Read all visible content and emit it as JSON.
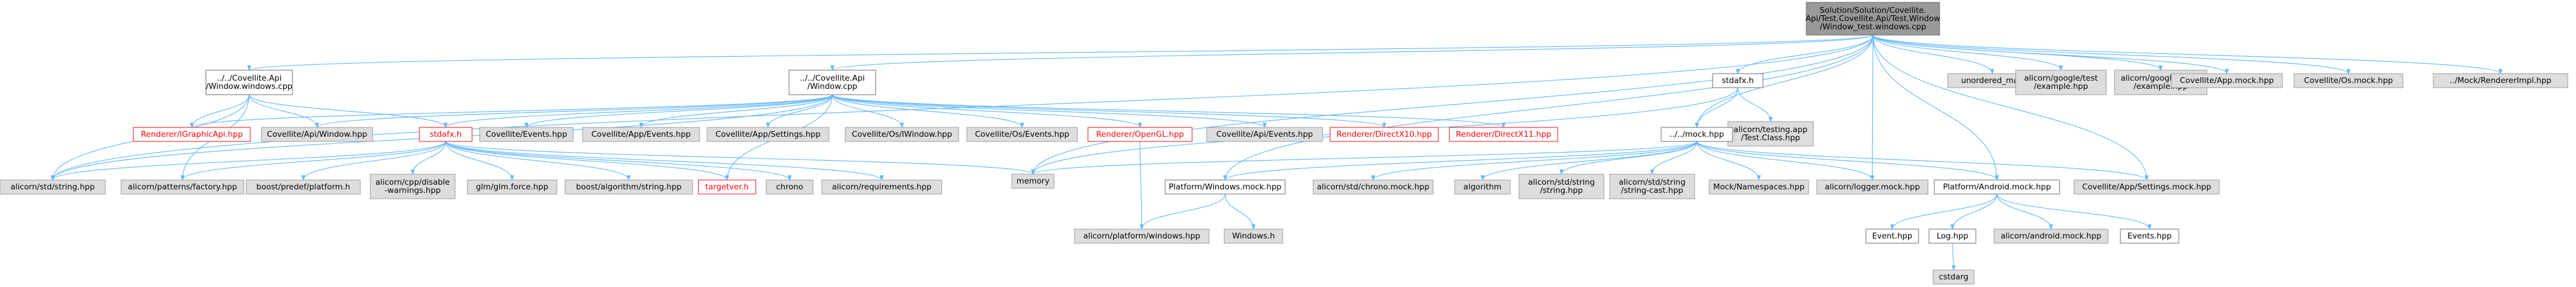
{
  "colors": {
    "edge": "#63b8ff",
    "node_gray_fill": "#dddddd",
    "node_gray_stroke": "#999999",
    "node_white_fill": "#ffffff",
    "node_white_stroke": "#666666",
    "node_root_fill": "#999999",
    "node_root_stroke": "#666666",
    "node_red_stroke": "#ff0000",
    "text": "#000000",
    "text_red": "#ff0000"
  },
  "nodes": [
    {
      "id": "root",
      "lines": [
        "Solution/Solution/Covellite.",
        "Api/Test.Covellite.Api/Test.Window",
        "/Window_test.windows.cpp"
      ],
      "style": "root"
    },
    {
      "id": "winwin_cpp",
      "lines": [
        "../../Covellite.Api",
        "/Window.windows.cpp"
      ],
      "style": "white"
    },
    {
      "id": "window_cpp",
      "lines": [
        "../../Covellite.Api",
        "/Window.cpp"
      ],
      "style": "white"
    },
    {
      "id": "stdafx_h_right",
      "lines": [
        "stdafx.h"
      ],
      "style": "white"
    },
    {
      "id": "unordered_map",
      "lines": [
        "unordered_map"
      ],
      "style": "gray"
    },
    {
      "id": "gtest_example",
      "lines": [
        "alicorn/google/test",
        "/example.hpp"
      ],
      "style": "gray"
    },
    {
      "id": "gmock_example",
      "lines": [
        "alicorn/google/mock",
        "/example.hpp"
      ],
      "style": "gray"
    },
    {
      "id": "app_mock",
      "lines": [
        "Covellite/App.mock.hpp"
      ],
      "style": "gray"
    },
    {
      "id": "os_mock",
      "lines": [
        "Covellite/Os.mock.hpp"
      ],
      "style": "gray"
    },
    {
      "id": "renderer_impl",
      "lines": [
        "../Mock/RendererImpl.hpp"
      ],
      "style": "gray"
    },
    {
      "id": "igraphicapi",
      "lines": [
        "Renderer/IGraphicApi.hpp"
      ],
      "style": "red"
    },
    {
      "id": "api_window",
      "lines": [
        "Covellite/Api/Window.hpp"
      ],
      "style": "gray"
    },
    {
      "id": "stdafx_h",
      "lines": [
        "stdafx.h"
      ],
      "style": "red"
    },
    {
      "id": "events_hpp",
      "lines": [
        "Covellite/Events.hpp"
      ],
      "style": "gray"
    },
    {
      "id": "app_events",
      "lines": [
        "Covellite/App/Events.hpp"
      ],
      "style": "gray"
    },
    {
      "id": "app_settings",
      "lines": [
        "Covellite/App/Settings.hpp"
      ],
      "style": "gray"
    },
    {
      "id": "os_iwindow",
      "lines": [
        "Covellite/Os/IWindow.hpp"
      ],
      "style": "gray"
    },
    {
      "id": "os_events",
      "lines": [
        "Covellite/Os/Events.hpp"
      ],
      "style": "gray"
    },
    {
      "id": "opengl",
      "lines": [
        "Renderer/OpenGL.hpp"
      ],
      "style": "red"
    },
    {
      "id": "api_events",
      "lines": [
        "Covellite/Api/Events.hpp"
      ],
      "style": "gray"
    },
    {
      "id": "directx10",
      "lines": [
        "Renderer/DirectX10.hpp"
      ],
      "style": "red"
    },
    {
      "id": "directx11",
      "lines": [
        "Renderer/DirectX11.hpp"
      ],
      "style": "red"
    },
    {
      "id": "testing_app",
      "lines": [
        "alicorn/testing.app",
        "/Test.Class.hpp"
      ],
      "style": "gray"
    },
    {
      "id": "mock_hpp",
      "lines": [
        "../../mock.hpp"
      ],
      "style": "white"
    },
    {
      "id": "std_string",
      "lines": [
        "alicorn/std/string.hpp"
      ],
      "style": "gray"
    },
    {
      "id": "patterns_factory",
      "lines": [
        "alicorn/patterns/factory.hpp"
      ],
      "style": "gray"
    },
    {
      "id": "boost_predef",
      "lines": [
        "boost/predef/platform.h"
      ],
      "style": "gray"
    },
    {
      "id": "cpp_disable",
      "lines": [
        "alicorn/cpp/disable",
        "-warnings.hpp"
      ],
      "style": "gray"
    },
    {
      "id": "glm_force",
      "lines": [
        "glm/glm.force.hpp"
      ],
      "style": "gray"
    },
    {
      "id": "boost_algorithm",
      "lines": [
        "boost/algorithm/string.hpp"
      ],
      "style": "gray"
    },
    {
      "id": "targetver",
      "lines": [
        "targetver.h"
      ],
      "style": "red"
    },
    {
      "id": "chrono",
      "lines": [
        "chrono"
      ],
      "style": "gray"
    },
    {
      "id": "requirements",
      "lines": [
        "alicorn/requirements.hpp"
      ],
      "style": "gray"
    },
    {
      "id": "memory",
      "lines": [
        "memory"
      ],
      "style": "gray"
    },
    {
      "id": "platform_win_mock",
      "lines": [
        "Platform/Windows.mock.hpp"
      ],
      "style": "white"
    },
    {
      "id": "std_chrono_mock",
      "lines": [
        "alicorn/std/chrono.mock.hpp"
      ],
      "style": "gray"
    },
    {
      "id": "algorithm",
      "lines": [
        "algorithm"
      ],
      "style": "gray"
    },
    {
      "id": "std_string_string",
      "lines": [
        "alicorn/std/string",
        "/string.hpp"
      ],
      "style": "gray"
    },
    {
      "id": "std_string_cast",
      "lines": [
        "alicorn/std/string",
        "/string-cast.hpp"
      ],
      "style": "gray"
    },
    {
      "id": "mock_namespaces",
      "lines": [
        "Mock/Namespaces.hpp"
      ],
      "style": "gray"
    },
    {
      "id": "logger_mock",
      "lines": [
        "alicorn/logger.mock.hpp"
      ],
      "style": "gray"
    },
    {
      "id": "platform_android_mock",
      "lines": [
        "Platform/Android.mock.hpp"
      ],
      "style": "white"
    },
    {
      "id": "app_settings_mock",
      "lines": [
        "Covellite/App/Settings.mock.hpp"
      ],
      "style": "gray"
    },
    {
      "id": "platform_windows",
      "lines": [
        "alicorn/platform/windows.hpp"
      ],
      "style": "gray"
    },
    {
      "id": "windows_h",
      "lines": [
        "Windows.h"
      ],
      "style": "gray"
    },
    {
      "id": "event_hpp",
      "lines": [
        "Event.hpp"
      ],
      "style": "white"
    },
    {
      "id": "log_hpp",
      "lines": [
        "Log.hpp"
      ],
      "style": "white"
    },
    {
      "id": "android_mock",
      "lines": [
        "alicorn/android.mock.hpp"
      ],
      "style": "gray"
    },
    {
      "id": "events_hpp2",
      "lines": [
        "Events.hpp"
      ],
      "style": "white"
    },
    {
      "id": "cstdarg",
      "lines": [
        "cstdarg"
      ],
      "style": "gray"
    }
  ],
  "edges": [
    [
      "root",
      "winwin_cpp"
    ],
    [
      "root",
      "window_cpp"
    ],
    [
      "root",
      "stdafx_h_right"
    ],
    [
      "root",
      "unordered_map"
    ],
    [
      "root",
      "gtest_example"
    ],
    [
      "root",
      "gmock_example"
    ],
    [
      "root",
      "app_mock"
    ],
    [
      "root",
      "os_mock"
    ],
    [
      "root",
      "renderer_impl"
    ],
    [
      "root",
      "std_string"
    ],
    [
      "root",
      "memory"
    ],
    [
      "root",
      "mock_hpp"
    ],
    [
      "root",
      "logger_mock"
    ],
    [
      "root",
      "platform_android_mock"
    ],
    [
      "root",
      "app_settings_mock"
    ],
    [
      "root",
      "platform_win_mock"
    ],
    [
      "winwin_cpp",
      "igraphicapi"
    ],
    [
      "winwin_cpp",
      "api_window"
    ],
    [
      "winwin_cpp",
      "stdafx_h"
    ],
    [
      "winwin_cpp",
      "std_string"
    ],
    [
      "winwin_cpp",
      "patterns_factory"
    ],
    [
      "window_cpp",
      "igraphicapi"
    ],
    [
      "window_cpp",
      "api_window"
    ],
    [
      "window_cpp",
      "stdafx_h"
    ],
    [
      "window_cpp",
      "events_hpp"
    ],
    [
      "window_cpp",
      "app_events"
    ],
    [
      "window_cpp",
      "app_settings"
    ],
    [
      "window_cpp",
      "os_iwindow"
    ],
    [
      "window_cpp",
      "os_events"
    ],
    [
      "window_cpp",
      "opengl"
    ],
    [
      "window_cpp",
      "api_events"
    ],
    [
      "window_cpp",
      "directx10"
    ],
    [
      "window_cpp",
      "directx11"
    ],
    [
      "window_cpp",
      "std_string"
    ],
    [
      "window_cpp",
      "targetver"
    ],
    [
      "stdafx_h",
      "std_string"
    ],
    [
      "stdafx_h",
      "patterns_factory"
    ],
    [
      "stdafx_h",
      "boost_predef"
    ],
    [
      "stdafx_h",
      "cpp_disable"
    ],
    [
      "stdafx_h",
      "glm_force"
    ],
    [
      "stdafx_h",
      "boost_algorithm"
    ],
    [
      "stdafx_h",
      "targetver"
    ],
    [
      "stdafx_h",
      "chrono"
    ],
    [
      "stdafx_h",
      "requirements"
    ],
    [
      "stdafx_h",
      "memory"
    ],
    [
      "opengl",
      "platform_windows"
    ],
    [
      "stdafx_h_right",
      "testing_app"
    ],
    [
      "stdafx_h_right",
      "mock_hpp"
    ],
    [
      "stdafx_h_right",
      "memory"
    ],
    [
      "mock_hpp",
      "platform_win_mock"
    ],
    [
      "mock_hpp",
      "std_chrono_mock"
    ],
    [
      "mock_hpp",
      "algorithm"
    ],
    [
      "mock_hpp",
      "std_string_string"
    ],
    [
      "mock_hpp",
      "std_string_cast"
    ],
    [
      "mock_hpp",
      "mock_namespaces"
    ],
    [
      "mock_hpp",
      "logger_mock"
    ],
    [
      "mock_hpp",
      "platform_android_mock"
    ],
    [
      "mock_hpp",
      "app_settings_mock"
    ],
    [
      "mock_hpp",
      "memory"
    ],
    [
      "platform_win_mock",
      "platform_windows"
    ],
    [
      "platform_win_mock",
      "windows_h"
    ],
    [
      "platform_android_mock",
      "event_hpp"
    ],
    [
      "platform_android_mock",
      "log_hpp"
    ],
    [
      "platform_android_mock",
      "android_mock"
    ],
    [
      "platform_android_mock",
      "events_hpp2"
    ],
    [
      "log_hpp",
      "cstdarg"
    ]
  ]
}
